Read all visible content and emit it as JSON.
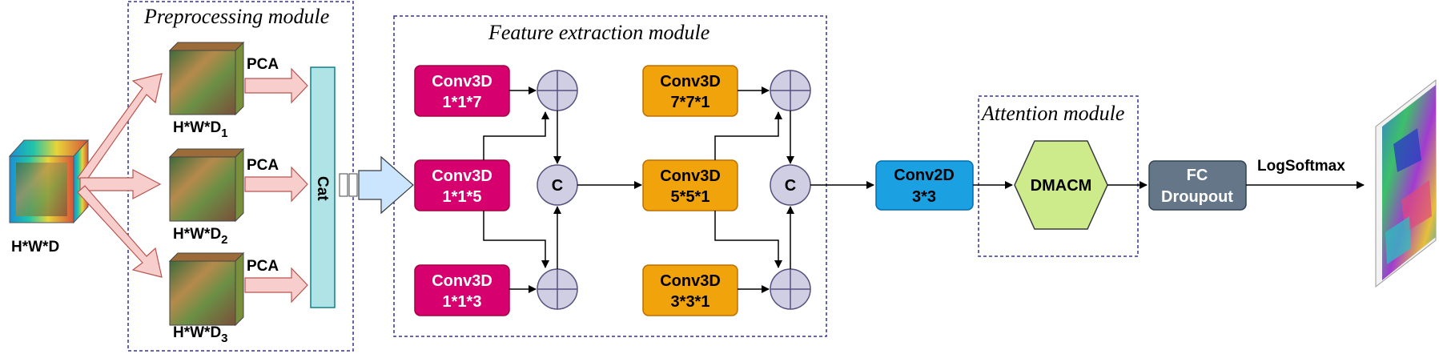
{
  "input": {
    "label": "H*W*D"
  },
  "preprocessing": {
    "title": "Preprocessing module",
    "branches": [
      {
        "label_main": "H*W*D",
        "label_sub": "1",
        "op": "PCA"
      },
      {
        "label_main": "H*W*D",
        "label_sub": "2",
        "op": "PCA"
      },
      {
        "label_main": "H*W*D",
        "label_sub": "3",
        "op": "PCA"
      }
    ],
    "cat_label": "Cat"
  },
  "feature": {
    "title": "Feature extraction module",
    "conv_left": [
      {
        "line1": "Conv3D",
        "line2": "1*1*7"
      },
      {
        "line1": "Conv3D",
        "line2": "1*1*5"
      },
      {
        "line1": "Conv3D",
        "line2": "1*1*3"
      }
    ],
    "conv_right": [
      {
        "line1": "Conv3D",
        "line2": "7*7*1"
      },
      {
        "line1": "Conv3D",
        "line2": "5*5*1"
      },
      {
        "line1": "Conv3D",
        "line2": "3*3*1"
      }
    ],
    "concat_label": "C"
  },
  "conv2d": {
    "line1": "Conv2D",
    "line2": "3*3"
  },
  "attention": {
    "title": "Attention module",
    "block": "DMACM"
  },
  "fc": {
    "line1": "FC",
    "line2": "Droupout"
  },
  "output": {
    "label": "LogSoftmax"
  },
  "colors": {
    "conv3d_left": "#d6006e",
    "conv3d_right": "#f0a30a",
    "conv2d": "#1ba1e2",
    "hexagon": "#cdeb8b",
    "fc": "#647687",
    "cat": "#b0e3e6",
    "pca_arrow": "#f8cecc",
    "big_arrow": "#cce5ff",
    "circle": "#d0cee2",
    "dashed": "#333399"
  }
}
